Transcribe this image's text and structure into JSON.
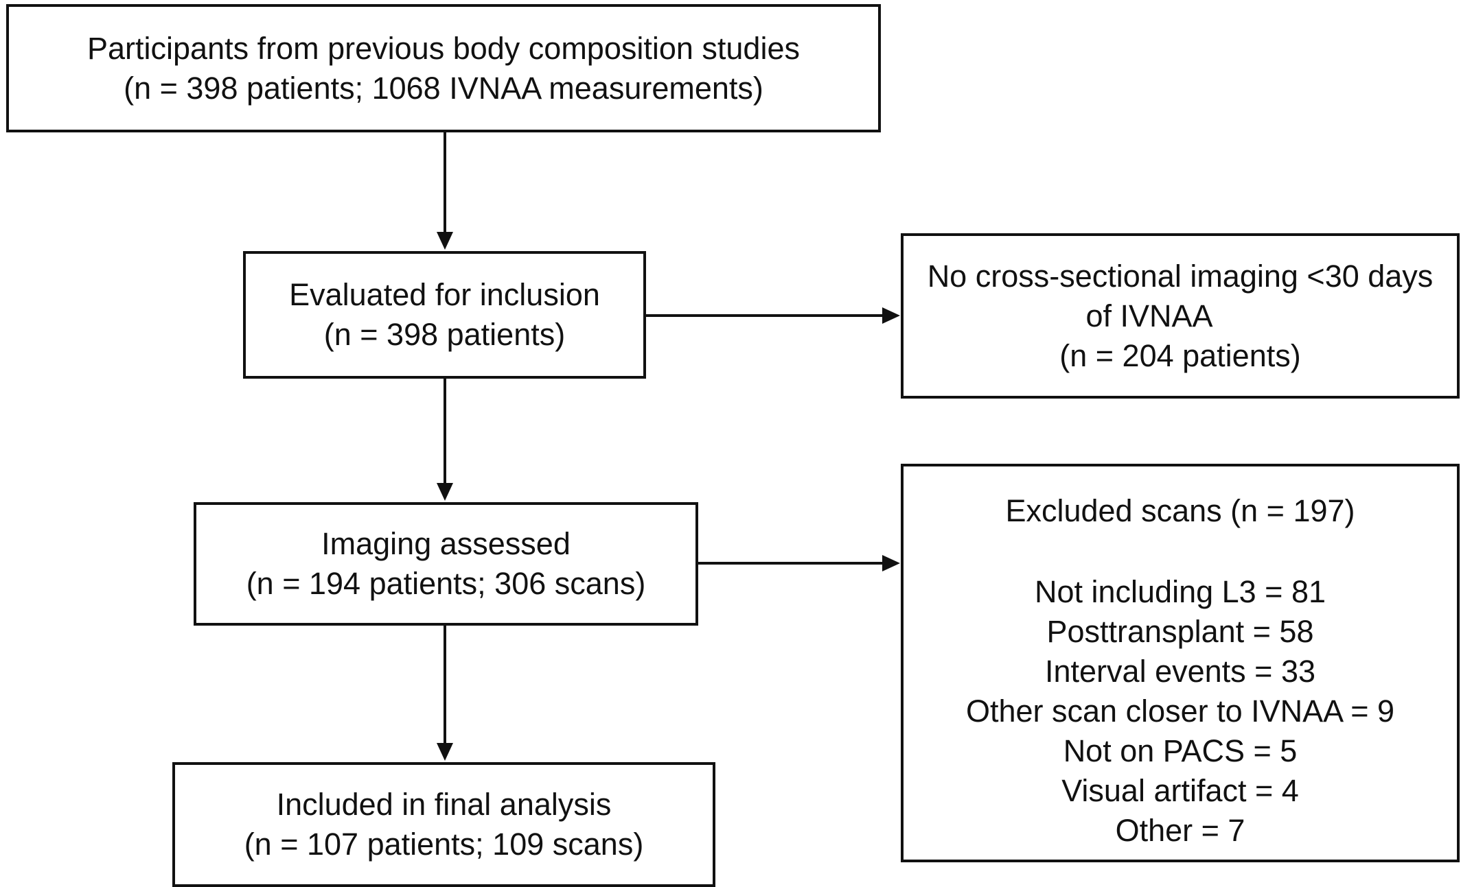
{
  "participants": {
    "line1": "Participants from previous body composition studies",
    "line2": "(n = 398 patients; 1068 IVNAA measurements)"
  },
  "evaluated": {
    "line1": "Evaluated for inclusion",
    "line2": "(n = 398 patients)"
  },
  "no_imaging": {
    "line1": "No cross-sectional imaging <30 days",
    "line2": "of IVNAA",
    "line3": "(n = 204 patients)"
  },
  "imaging": {
    "line1": "Imaging assessed",
    "line2": "(n = 194 patients; 306 scans)"
  },
  "excluded": {
    "title": "Excluded scans (n = 197)",
    "reasons": [
      "Not including L3 = 81",
      "Posttransplant = 58",
      "Interval events = 33",
      "Other scan closer to IVNAA = 9",
      "Not on PACS = 5",
      "Visual artifact = 4",
      "Other = 7"
    ]
  },
  "included": {
    "line1": "Included in final analysis",
    "line2": "(n = 107 patients; 109 scans)"
  }
}
